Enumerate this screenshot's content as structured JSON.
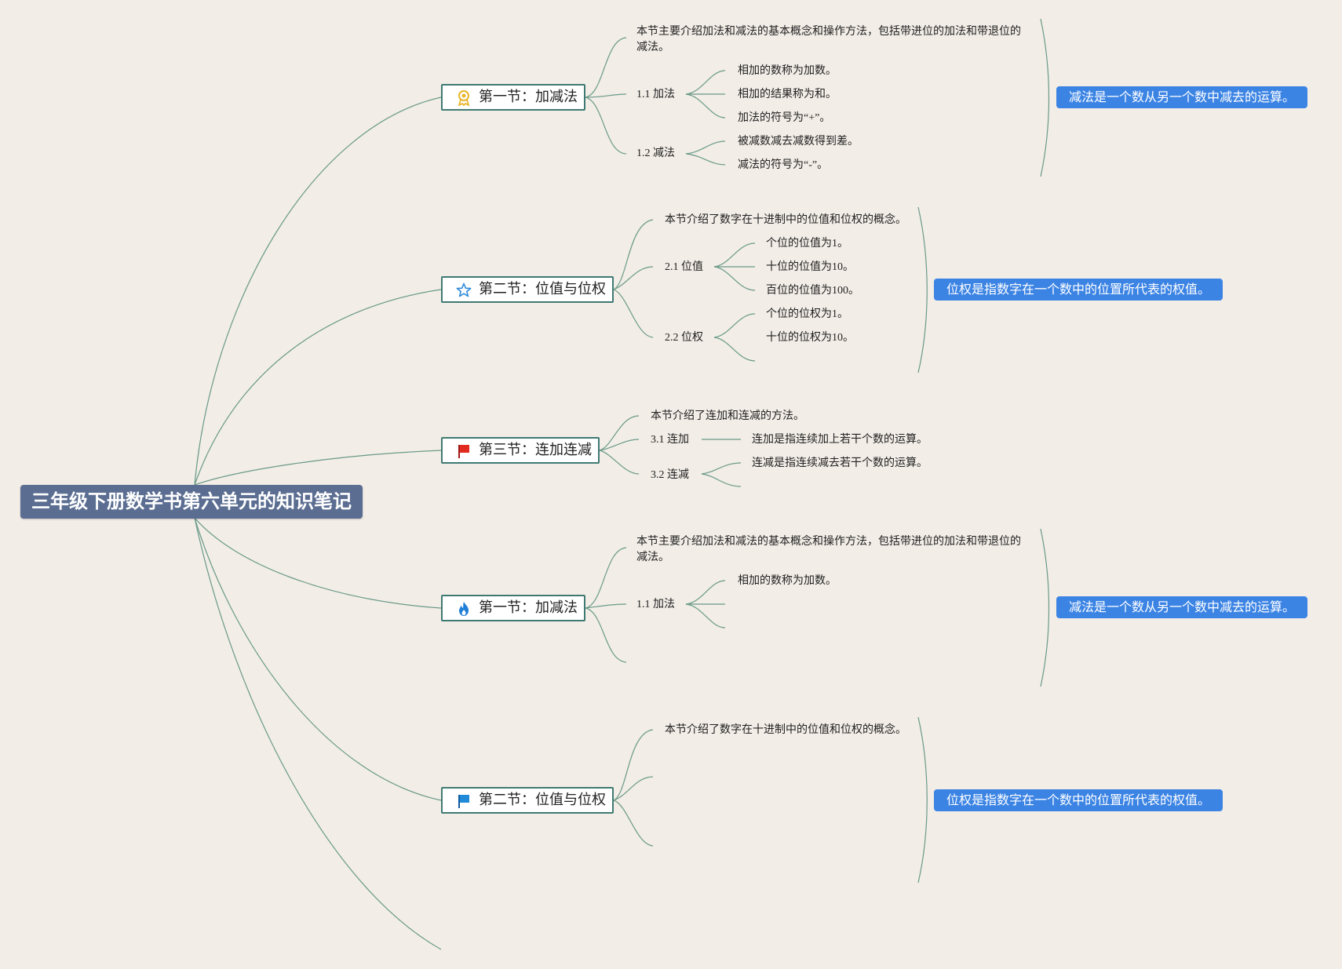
{
  "root": {
    "title": "三年级下册数学书第六单元的知识笔记"
  },
  "sections": [
    {
      "title": "第一节：加减法",
      "icon": "award-icon",
      "intro": "本节主要介绍加法和减法的基本概念和操作方法，包括带进位的加法和带退位的",
      "intro2": "减法。",
      "sub1": "1.1 加法",
      "sub1_items": [
        "相加的数称为加数。",
        "相加的结果称为和。",
        "加法的符号为“+”。"
      ],
      "sub2": "1.2 减法",
      "sub2_items": [
        "被减数减去减数得到差。",
        "减法的符号为“-”。"
      ],
      "summary": "减法是一个数从另一个数中减去的运算。"
    },
    {
      "title": "第二节：位值与位权",
      "icon": "star-icon",
      "intro": "本节介绍了数字在十进制中的位值和位权的概念。",
      "sub1": "2.1 位值",
      "sub1_items": [
        "个位的位值为1。",
        "十位的位值为10。",
        "百位的位值为100。"
      ],
      "sub2": "2.2 位权",
      "sub2_items": [
        "个位的位权为1。",
        "十位的位权为10。"
      ],
      "summary": "位权是指数字在一个数中的位置所代表的权值。"
    },
    {
      "title": "第三节：连加连减",
      "icon": "red-flag-icon",
      "intro": "本节介绍了连加和连减的方法。",
      "sub1": "3.1 连加",
      "sub1_items": [
        "连加是指连续加上若干个数的运算。"
      ],
      "sub2": "3.2 连减",
      "sub2_items": [
        "连减是指连续减去若干个数的运算。"
      ]
    },
    {
      "title": "第一节：加减法",
      "icon": "fire-icon",
      "intro": "本节主要介绍加法和减法的基本概念和操作方法，包括带进位的加法和带退位的",
      "intro2": "减法。",
      "sub1": "1.1 加法",
      "sub1_items": [
        "相加的数称为加数。"
      ],
      "summary": "减法是一个数从另一个数中减去的运算。"
    },
    {
      "title": "第二节：位值与位权",
      "icon": "blue-flag-icon",
      "intro": "本节介绍了数字在十进制中的位值和位权的概念。",
      "summary": "位权是指数字在一个数中的位置所代表的权值。"
    }
  ],
  "colors": {
    "background": "#f2ede7",
    "root": "#5b6e92",
    "line": "#6a9a88",
    "summary": "#3c84e4",
    "topic_border": "#3f7a72"
  }
}
